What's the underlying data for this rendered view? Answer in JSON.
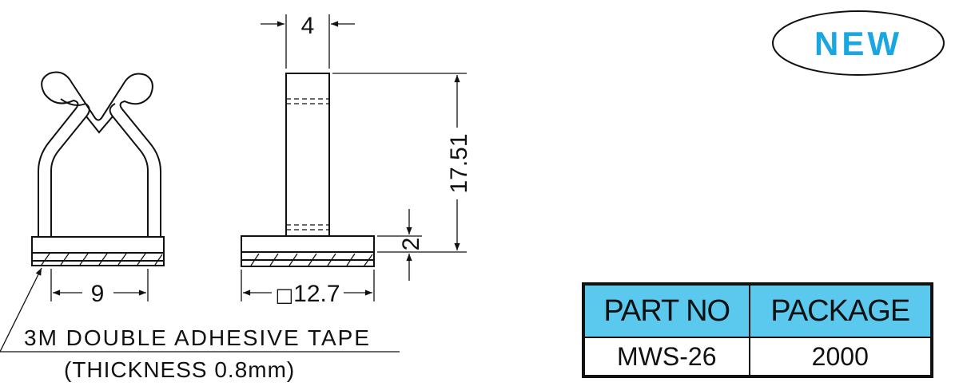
{
  "badge": {
    "label": "NEW",
    "color": "#1aa6e0"
  },
  "dimensions": {
    "clip_width": "9",
    "post_width": "4",
    "base_square": "12.7",
    "base_square_symbol": "□",
    "height": "17.51",
    "base_thickness": "2"
  },
  "note": {
    "line1": "3M DOUBLE ADHESIVE TAPE",
    "line2": "(THICKNESS 0.8mm)"
  },
  "table": {
    "headers": [
      "PART NO",
      "PACKAGE"
    ],
    "rows": [
      [
        "MWS-26",
        "2000"
      ]
    ],
    "header_color": "#5bc8ee"
  }
}
